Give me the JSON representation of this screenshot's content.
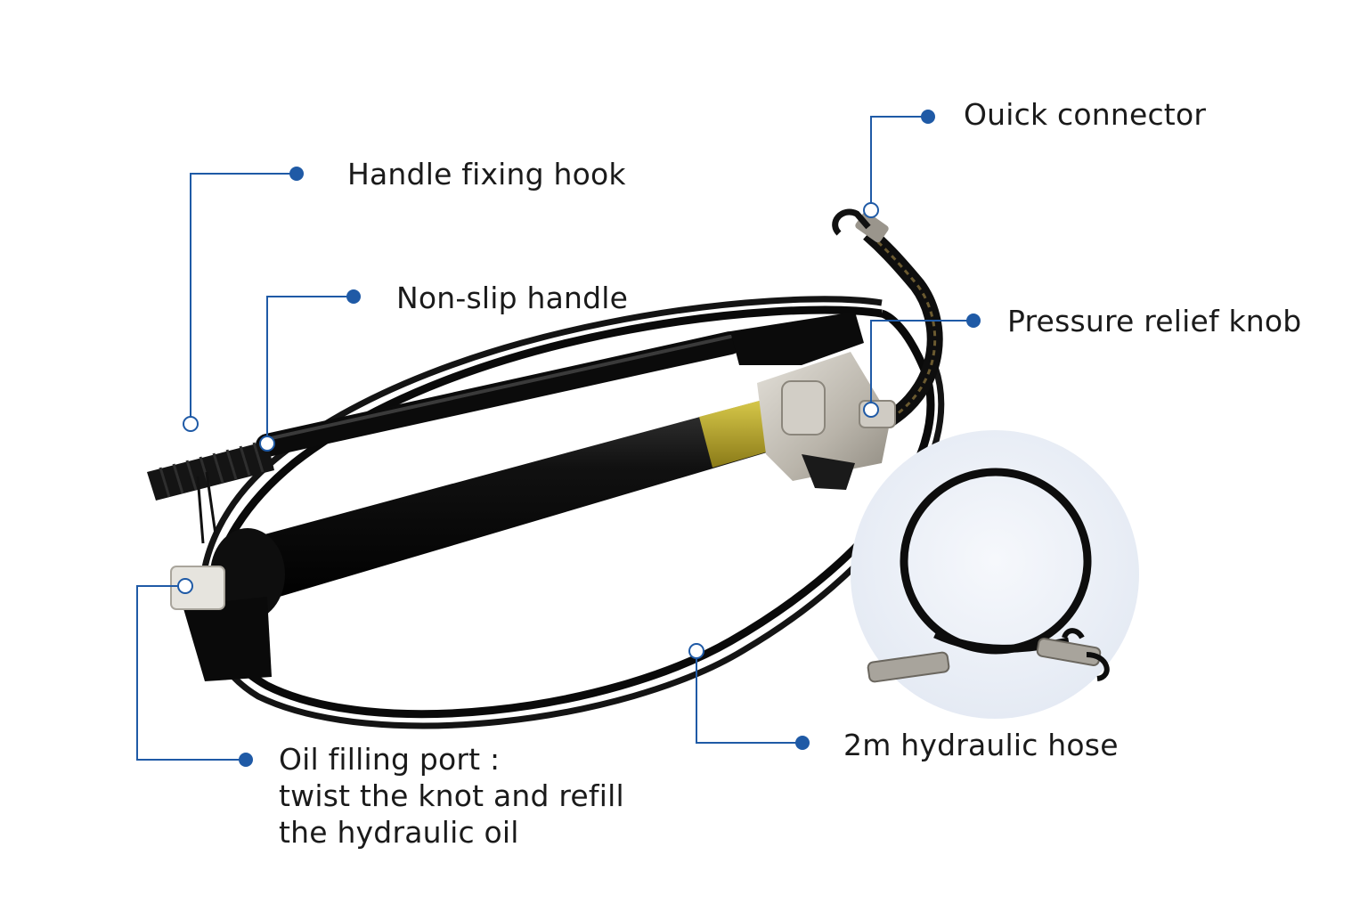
{
  "colors": {
    "leader": "#1f5aa6",
    "background": "#ffffff",
    "text": "#1a1a1a",
    "pump_body": "#0d0d0d",
    "pump_block": "#c9c5bd",
    "band": "#c9b830",
    "inset_circle": "#eef2f8"
  },
  "callouts": {
    "quick_connector": "Ouick connector",
    "handle_fixing_hook": "Handle fixing hook",
    "non_slip_handle": "Non-slip handle",
    "pressure_relief_knob": "Pressure relief knob",
    "oil_filling_port": {
      "line1": "Oil filling port :",
      "line2": "twist the knot and refill",
      "line3": "the hydraulic oil"
    },
    "hydraulic_hose": "2m hydraulic hose"
  }
}
